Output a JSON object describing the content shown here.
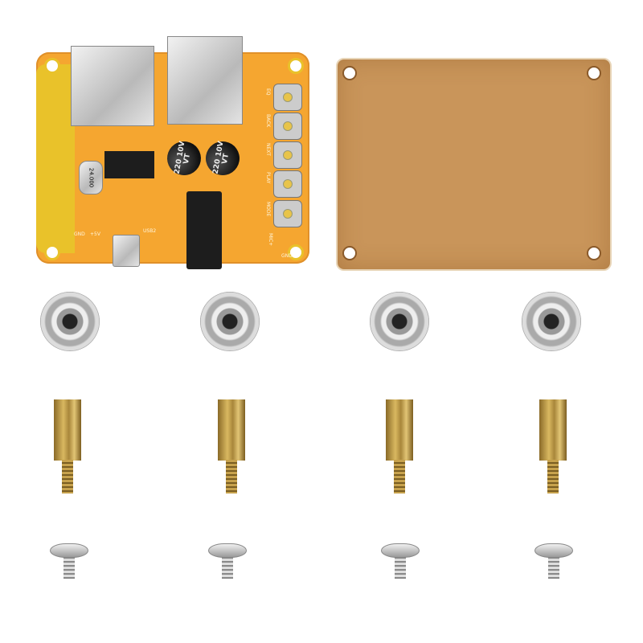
{
  "board": {
    "capacitor_label": "220 10V VT",
    "crystal_label": "24.000",
    "button_labels": [
      "EQ",
      "BACK",
      "NEXT",
      "PLAY",
      "MODE"
    ],
    "pin_labels": {
      "gnd_left": "GND",
      "plus5v": "+5V",
      "usb": "USB2",
      "mic": "MIC+",
      "gnd_right": "GND"
    },
    "colors": {
      "pcb": "#f5a630",
      "antenna": "#e9c22a"
    }
  },
  "acrylic_plate": {
    "color": "#c9955a"
  },
  "parts": {
    "nut_count": 4,
    "standoff_count": 4,
    "screw_count": 4
  }
}
